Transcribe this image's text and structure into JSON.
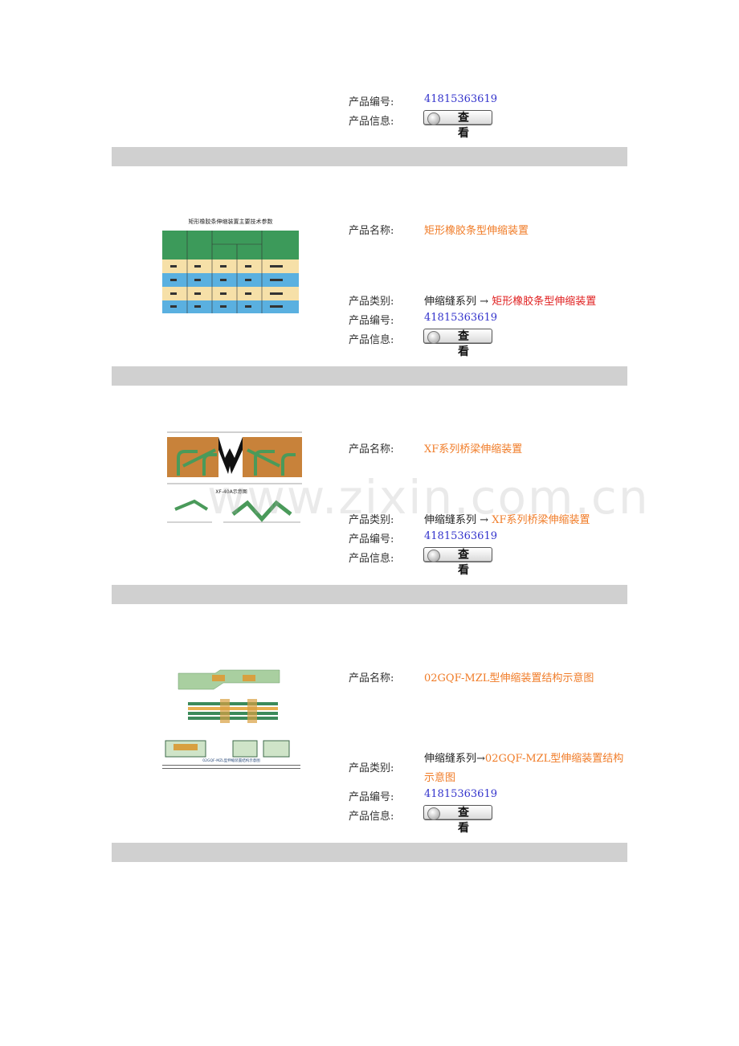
{
  "labels": {
    "name": "产品名称:",
    "category": "产品类别:",
    "code": "产品编号:",
    "info": "产品信息:"
  },
  "view_button": "查 看",
  "arrow": "→",
  "watermark": "www.zixin.com.cn",
  "items": [
    {
      "code": "41815363619"
    },
    {
      "name": "矩形橡胶条型伸缩装置",
      "category_parent": "伸缩缝系列",
      "category_child": "矩形橡胶条型伸缩装置",
      "code": "41815363619",
      "image_title": "矩形橡胶条伸缩装置主要技术参数"
    },
    {
      "name": "XF系列桥梁伸缩装置",
      "category_parent": "伸缩缝系列",
      "category_child": "XF系列桥梁伸缩装置",
      "code": "41815363619",
      "image_label": "XF-40A示意图"
    },
    {
      "name": "02GQF-MZL型伸缩装置结构示意图",
      "category_parent": "伸缩缝系列",
      "category_child_line1": "02GQF-MZL型伸缩装置结构",
      "category_child_line2": "示意图",
      "code": "41815363619",
      "image_caption": "02GQF-MZL型伸缩装置结构示意图"
    }
  ]
}
